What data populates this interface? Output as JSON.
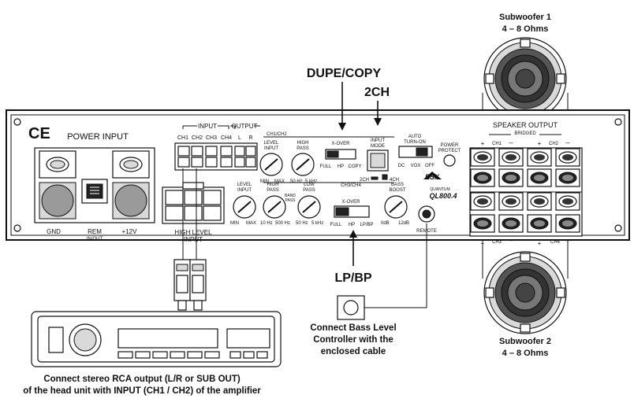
{
  "annotations": {
    "dupe_copy": "DUPE/COPY",
    "two_ch": "2CH",
    "lp_bp": "LP/BP"
  },
  "amp": {
    "power_input": "POWER INPUT",
    "gnd": "GND",
    "rem": "REM",
    "rem_sub": "IN/OUT",
    "plus12v": "+12V",
    "input_label": "INPUT",
    "output_label": "OUTPUT",
    "rca_labels": [
      "CH1",
      "CH2",
      "CH3",
      "CH4",
      "L",
      "R"
    ],
    "high_level_input": [
      "HIGH LEVEL",
      "INPUT"
    ],
    "ch12": "CH1/CH2",
    "ch34": "CH3/CH4",
    "level_input": [
      "LEVEL",
      "INPUT"
    ],
    "high_pass": [
      "HIGH",
      "PASS"
    ],
    "band_pass": [
      "BAND",
      "PASS"
    ],
    "low_pass": [
      "LOW",
      "PASS"
    ],
    "bass_boost": [
      "BASS",
      "BOOST"
    ],
    "input_mode": [
      "INPUT",
      "MODE"
    ],
    "xover": "X-OVER",
    "xover_opts_top": [
      "FULL",
      "HP",
      "COPY"
    ],
    "xover_opts_bottom": [
      "FULL",
      "HP",
      "LP/BP"
    ],
    "mode_opts": [
      "2CH",
      "4CH"
    ],
    "auto_turn_on": [
      "AUTO",
      "TURN-ON"
    ],
    "auto_opts": [
      "DC",
      "VOX",
      "OFF"
    ],
    "power_protect": [
      "POWER",
      "PROTECT"
    ],
    "remote": "REMOTE",
    "min": "MIN",
    "max": "MAX",
    "hp_range": [
      "50 Hz",
      "5 kHz"
    ],
    "hp2_range": [
      "10 Hz",
      "500 Hz"
    ],
    "lp_range": [
      "50 Hz",
      "5 kHz"
    ],
    "bass_range": [
      "0dB",
      "12dB"
    ],
    "brand": "QUANTUM",
    "model": "QL800.4",
    "speaker_output": "SPEAKER OUTPUT",
    "bridged": "BRIDGED",
    "ch1": "CH1",
    "ch2": "CH2",
    "ch3": "CH3",
    "ch4": "CH4",
    "ce": "CE"
  },
  "subwoofers": [
    {
      "title": "Subwoofer 1",
      "impedance": "4 – 8 Ohms"
    },
    {
      "title": "Subwoofer 2",
      "impedance": "4 – 8 Ohms"
    }
  ],
  "captions": {
    "bass_level": [
      "Connect Bass Level",
      "Controller with the",
      "enclosed cable"
    ],
    "head_unit": [
      "Connect stereo RCA output (L/R or SUB OUT)",
      "of the head unit with INPUT (CH1 / CH2) of the amplifier"
    ]
  }
}
